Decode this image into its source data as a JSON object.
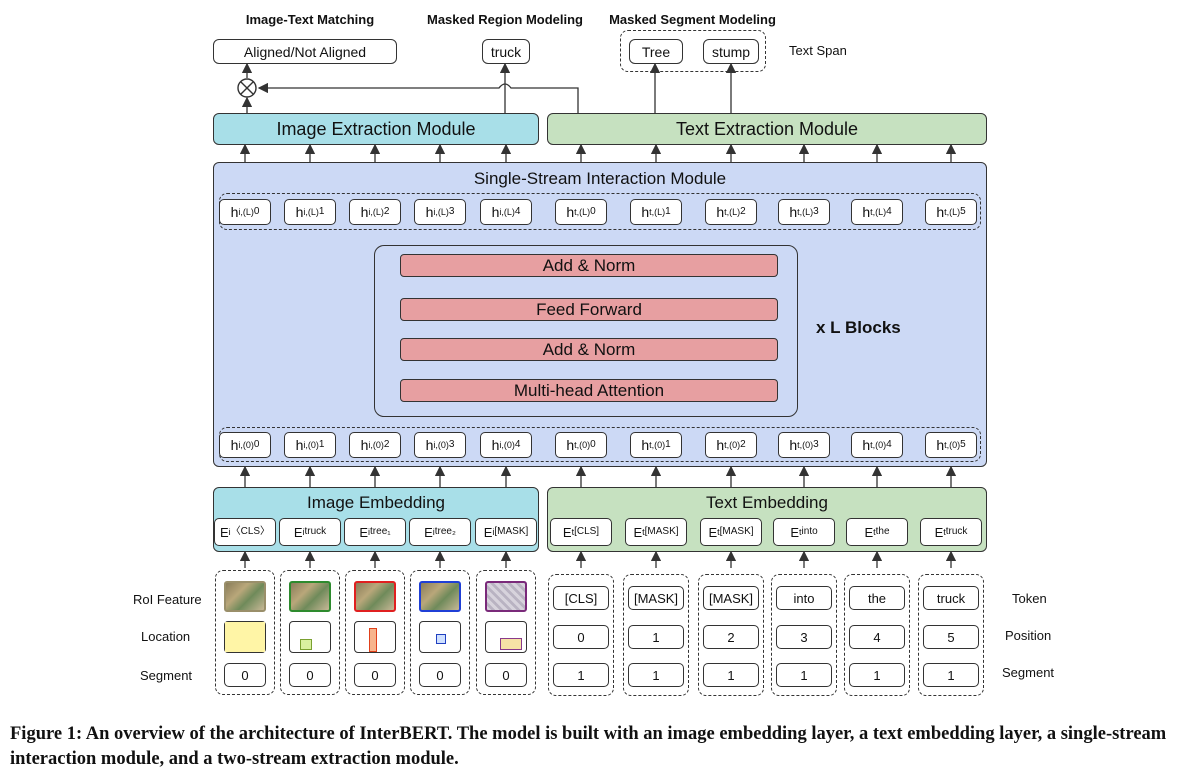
{
  "top_headers": {
    "itm": "Image-Text Matching",
    "mrm": "Masked Region Modeling",
    "msm": "Masked Segment Modeling"
  },
  "outputs": {
    "aligned": "Aligned/Not Aligned",
    "truck": "truck",
    "tree": "Tree",
    "stump": "stump",
    "text_span": "Text Span"
  },
  "modules": {
    "image_extraction": "Image Extraction Module",
    "text_extraction": "Text Extraction Module",
    "single_stream": "Single-Stream Interaction Module",
    "image_embedding": "Image Embedding",
    "text_embedding": "Text Embedding"
  },
  "blocks": {
    "add_norm_top": "Add & Norm",
    "feed_forward": "Feed Forward",
    "add_norm_bottom": "Add & Norm",
    "mha": "Multi-head Attention",
    "x_l_blocks": "x L Blocks"
  },
  "hidden_out": {
    "image": [
      {
        "b": "h",
        "sup": "i,(L)",
        "sub": "0"
      },
      {
        "b": "h",
        "sup": "i,(L)",
        "sub": "1"
      },
      {
        "b": "h",
        "sup": "i,(L)",
        "sub": "2"
      },
      {
        "b": "h",
        "sup": "i,(L)",
        "sub": "3"
      },
      {
        "b": "h",
        "sup": "i,(L)",
        "sub": "4"
      }
    ],
    "text": [
      {
        "b": "h",
        "sup": "t,(L)",
        "sub": "0"
      },
      {
        "b": "h",
        "sup": "t,(L)",
        "sub": "1"
      },
      {
        "b": "h",
        "sup": "t,(L)",
        "sub": "2"
      },
      {
        "b": "h",
        "sup": "t,(L)",
        "sub": "3"
      },
      {
        "b": "h",
        "sup": "t,(L)",
        "sub": "4"
      },
      {
        "b": "h",
        "sup": "t,(L)",
        "sub": "5"
      }
    ]
  },
  "hidden_in": {
    "image": [
      {
        "b": "h",
        "sup": "i,(0)",
        "sub": "0"
      },
      {
        "b": "h",
        "sup": "i,(0)",
        "sub": "1"
      },
      {
        "b": "h",
        "sup": "i,(0)",
        "sub": "2"
      },
      {
        "b": "h",
        "sup": "i,(0)",
        "sub": "3"
      },
      {
        "b": "h",
        "sup": "i,(0)",
        "sub": "4"
      }
    ],
    "text": [
      {
        "b": "h",
        "sup": "t,(0)",
        "sub": "0"
      },
      {
        "b": "h",
        "sup": "t,(0)",
        "sub": "1"
      },
      {
        "b": "h",
        "sup": "t,(0)",
        "sub": "2"
      },
      {
        "b": "h",
        "sup": "t,(0)",
        "sub": "3"
      },
      {
        "b": "h",
        "sup": "t,(0)",
        "sub": "4"
      },
      {
        "b": "h",
        "sup": "t,(0)",
        "sub": "5"
      }
    ]
  },
  "image_embeddings": [
    {
      "b": "E",
      "sup": "i",
      "sub": "〈CLS〉"
    },
    {
      "b": "E",
      "sup": "i",
      "sub": "truck"
    },
    {
      "b": "E",
      "sup": "i",
      "sub": "tree₁"
    },
    {
      "b": "E",
      "sup": "i",
      "sub": "tree₂"
    },
    {
      "b": "E",
      "sup": "i",
      "sub": "[MASK]"
    }
  ],
  "text_embeddings": [
    {
      "b": "E",
      "sup": "t",
      "sub": "[CLS]"
    },
    {
      "b": "E",
      "sup": "t",
      "sub": "[MASK]"
    },
    {
      "b": "E",
      "sup": "t",
      "sub": "[MASK]"
    },
    {
      "b": "E",
      "sup": "t",
      "sub": "into"
    },
    {
      "b": "E",
      "sup": "t",
      "sub": "the"
    },
    {
      "b": "E",
      "sup": "t",
      "sub": "truck"
    }
  ],
  "row_labels": {
    "roi": "RoI Feature",
    "location": "Location",
    "segment_left": "Segment",
    "token": "Token",
    "position": "Position",
    "segment_right": "Segment"
  },
  "image_inputs": {
    "roi_colors": [
      "#9a8f6a",
      "#2e8b2e",
      "#e02020",
      "#1f3fd6",
      "#7a2a7a"
    ],
    "segments": [
      "0",
      "0",
      "0",
      "0",
      "0"
    ]
  },
  "text_inputs": {
    "tokens": [
      "[CLS]",
      "[MASK]",
      "[MASK]",
      "into",
      "the",
      "truck"
    ],
    "positions": [
      "0",
      "1",
      "2",
      "3",
      "4",
      "5"
    ],
    "segments": [
      "1",
      "1",
      "1",
      "1",
      "1",
      "1"
    ]
  },
  "caption": {
    "text": "Figure 1: An overview of the architecture of InterBERT. The model is built with an image embedding layer, a text embedding layer, a single-stream interaction module, and a two-stream extraction module."
  }
}
